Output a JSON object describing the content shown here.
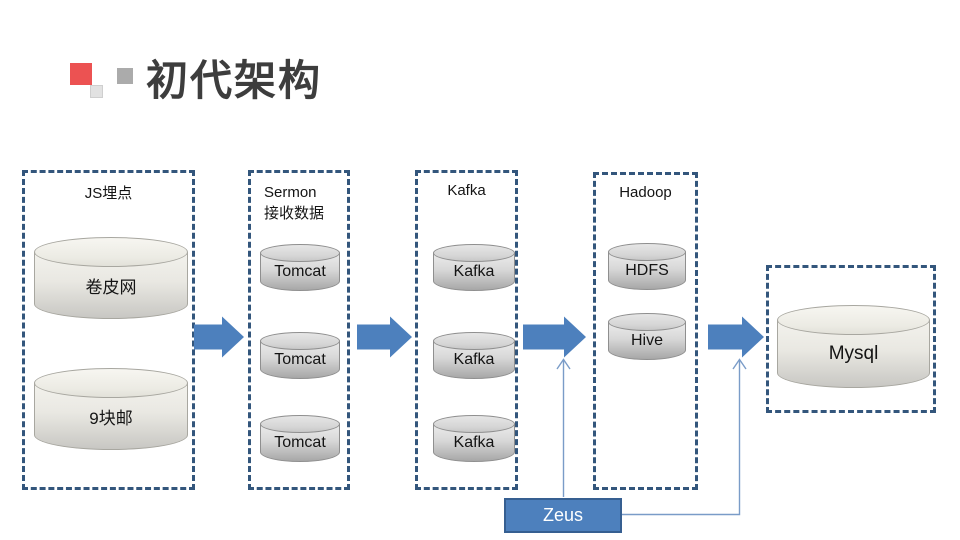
{
  "title": {
    "text": "初代架构"
  },
  "groups": {
    "js": {
      "label": "JS埋点",
      "cylinders": [
        "卷皮网",
        "9块邮"
      ]
    },
    "sermon": {
      "label_line1": "Sermon",
      "label_line2": "接收数据",
      "cylinders": [
        "Tomcat",
        "Tomcat",
        "Tomcat"
      ]
    },
    "kafka": {
      "label": "Kafka",
      "cylinders": [
        "Kafka",
        "Kafka",
        "Kafka"
      ]
    },
    "hadoop": {
      "label": "Hadoop",
      "cylinders": [
        "HDFS",
        "Hive"
      ]
    },
    "mysql": {
      "cylinders": [
        "Mysql"
      ]
    }
  },
  "zeus": {
    "label": "Zeus"
  },
  "colors": {
    "accent_blue": "#4d80bd",
    "border_navy": "#33567c",
    "zeus_border": "#365f91",
    "thin_line_blue": "#7a9cc8",
    "title_red": "#ec5252",
    "gray_square": "#ababab",
    "light_gray_square": "#e2e2e2"
  }
}
